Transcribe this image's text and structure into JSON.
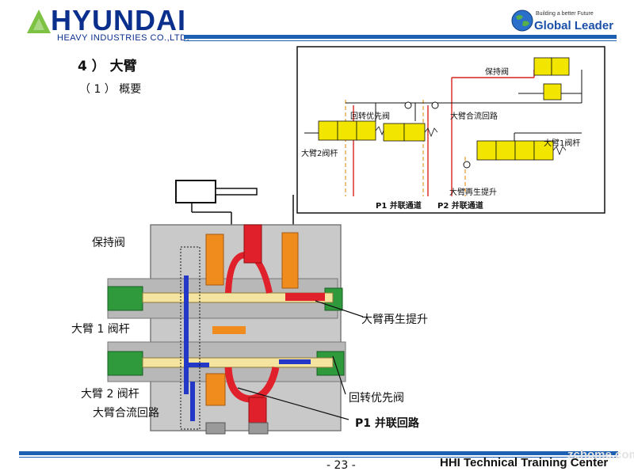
{
  "header": {
    "brand_name": "HYUNDAI",
    "brand_sub": "HEAVY INDUSTRIES CO.,LTD.",
    "global_tagline": "Building a better Future",
    "global_title": "Global Leader"
  },
  "section": {
    "title": "4 ） 大臂",
    "subtitle": "（ 1 ） 概要"
  },
  "schematic": {
    "hold_valve": "保持阀",
    "swing_priority": "回转优先阀",
    "boom_confluence": "大臂合流回路",
    "boom2_spool": "大臂2阀杆",
    "boom1_spool": "大臂1阀杆",
    "boom_regen": "大臂再生提升",
    "p1_parallel": "P1 并联通道",
    "p2_parallel": "P2 并联通道"
  },
  "cutaway": {
    "hold_valve": "保持阀",
    "boom1_spool": "大臂 1 阀杆",
    "boom2_spool": "大臂 2 阀杆",
    "boom_confluence": "大臂合流回路",
    "boom_regen": "大臂再生提升",
    "swing_priority": "回转优先阀",
    "p1_parallel": "P1 并联回路"
  },
  "footer": {
    "page": "- 23 -",
    "text": "HHI Technical Training Center",
    "watermark": "zchome.com"
  },
  "colors": {
    "brand_blue": "#0a2f8c",
    "bar_blue": "#1d5fb0",
    "logo_green": "#7dc242",
    "valve_yellow": "#f2e600",
    "spool_yellow": "#f5e3a0",
    "oil_red": "#e0202a",
    "oil_orange": "#f08c1e",
    "oil_green": "#2e9a3c",
    "oil_blue": "#2438c8"
  }
}
